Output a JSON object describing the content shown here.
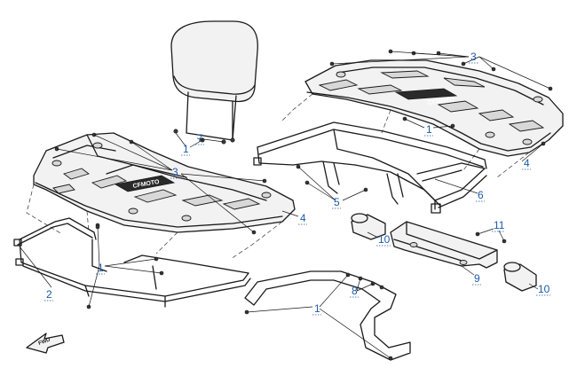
{
  "diagram": {
    "fwd_label": "FWD",
    "callouts": [
      {
        "id": "c1a",
        "text": "1"
      },
      {
        "id": "c1b",
        "text": "1"
      },
      {
        "id": "c1c",
        "text": "1"
      },
      {
        "id": "c1d",
        "text": "1"
      },
      {
        "id": "c2",
        "text": "2"
      },
      {
        "id": "c3a",
        "text": "3"
      },
      {
        "id": "c3b",
        "text": "3"
      },
      {
        "id": "c4a",
        "text": "4"
      },
      {
        "id": "c4b",
        "text": "4"
      },
      {
        "id": "c5",
        "text": "5"
      },
      {
        "id": "c6",
        "text": "6"
      },
      {
        "id": "c7",
        "text": "7"
      },
      {
        "id": "c8",
        "text": "8"
      },
      {
        "id": "c9",
        "text": "9"
      },
      {
        "id": "c10a",
        "text": "10"
      },
      {
        "id": "c10b",
        "text": "10"
      },
      {
        "id": "c11",
        "text": "11"
      }
    ]
  }
}
